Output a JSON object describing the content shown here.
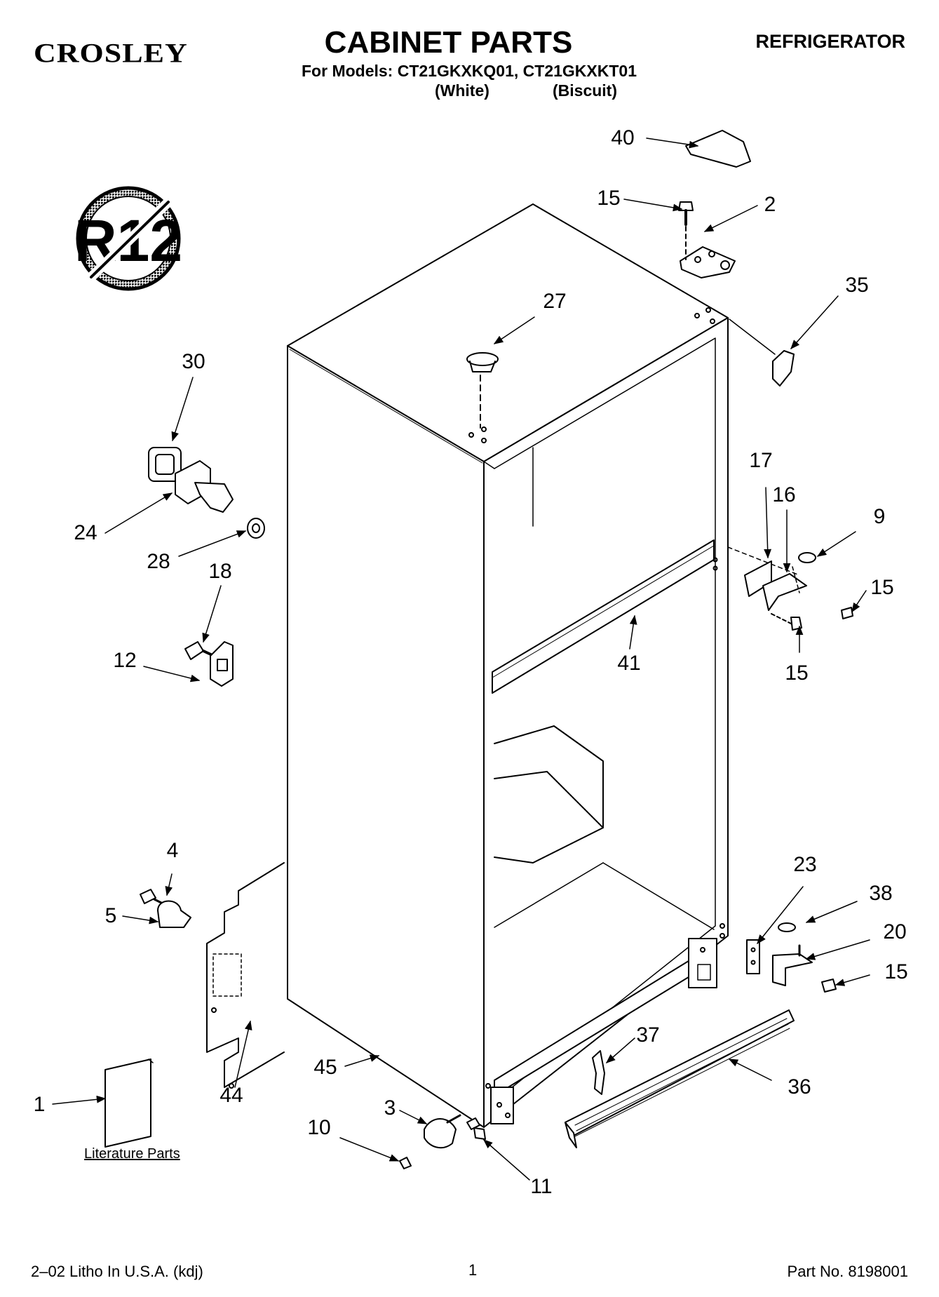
{
  "header": {
    "brand": "CROSLEY",
    "title": "CABINET PARTS",
    "models_line": "For Models: CT21GKXKQ01, CT21GKXKT01",
    "variant_1": "(White)",
    "variant_2": "(Biscuit)",
    "category": "REFRIGERATOR"
  },
  "badge": {
    "text": "R12",
    "meaning": "no-R12-symbol"
  },
  "callouts": {
    "c40": "40",
    "c15_top": "15",
    "c2": "2",
    "c35": "35",
    "c27": "27",
    "c30": "30",
    "c24": "24",
    "c28": "28",
    "c18": "18",
    "c12": "12",
    "c17": "17",
    "c16": "16",
    "c9": "9",
    "c15_hinge": "15",
    "c15_mid": "15",
    "c41": "41",
    "c4": "4",
    "c5": "5",
    "c23": "23",
    "c38": "38",
    "c20": "20",
    "c15_bottom": "15",
    "c37": "37",
    "c36": "36",
    "c45": "45",
    "c44": "44",
    "c1": "1",
    "c3": "3",
    "c10": "10",
    "c11": "11"
  },
  "literature_label": "Literature Parts",
  "footer": {
    "litho": "2–02 Litho In U.S.A. (kdj)",
    "page": "1",
    "part_no": "Part No. 8198001"
  },
  "colors": {
    "ink": "#000000",
    "paper": "#ffffff"
  }
}
